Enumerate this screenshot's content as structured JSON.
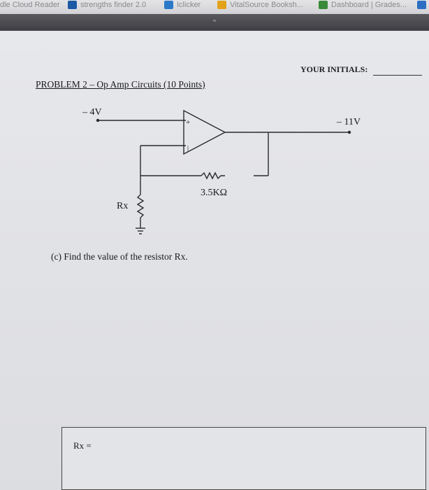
{
  "bookmarks": [
    {
      "label": "dle Cloud Reader",
      "icon": "kindle-icon"
    },
    {
      "label": "strengths finder 2.0",
      "icon": "strengths-icon"
    },
    {
      "label": "Iclicker",
      "icon": "iclicker-icon"
    },
    {
      "label": "VitalSource Booksh...",
      "icon": "vitalsource-icon"
    },
    {
      "label": "Dashboard | Grades...",
      "icon": "grades-icon"
    }
  ],
  "colors": {
    "strengths_icon": "#1c5aa6",
    "iclicker_icon": "#2b79c8",
    "vitalsource_icon": "#e4a11a",
    "grades_icon": "#3a8a3a",
    "edge_icon": "#2c6fc2"
  },
  "document": {
    "initials_label": "YOUR INITIALS:",
    "problem_title": "PROBLEM 2 – Op Amp Circuits (10 Points)",
    "question": "(c) Find the value of the resistor Rx.",
    "answer_label": "Rx ="
  },
  "circuit": {
    "input_voltage": "– 4V",
    "output_voltage": "– 11V",
    "feedback_resistor": "3.5KΩ",
    "ground_resistor": "Rx",
    "plus_sign": "+",
    "minus_sign": "|"
  }
}
